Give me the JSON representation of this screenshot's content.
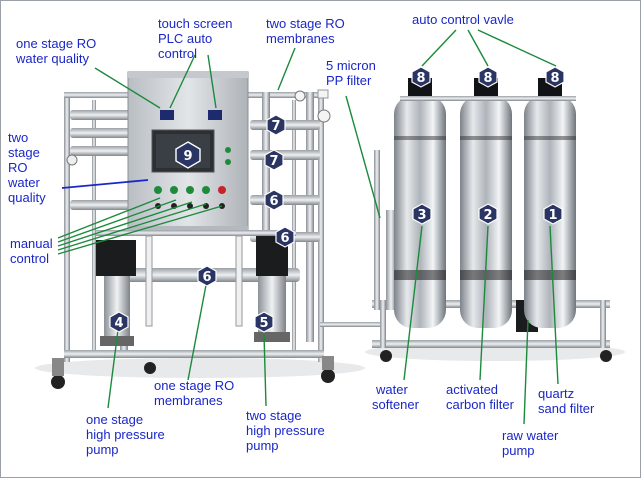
{
  "labels": {
    "touch_screen": [
      "touch screen",
      "PLC auto",
      "control"
    ],
    "ro_membranes_2": [
      "two stage RO",
      "membranes"
    ],
    "auto_valve": "auto control vavle",
    "ro_quality_1": [
      "one stage RO",
      "water quality"
    ],
    "pp_filter": [
      "5 micron",
      "PP filter"
    ],
    "ro_quality_2": [
      "two",
      "stage",
      "RO",
      "water",
      "quality"
    ],
    "manual_control": [
      "manual",
      "control"
    ],
    "ro_membranes_1": [
      "one stage RO",
      "membranes"
    ],
    "pump_1": [
      "one stage",
      "high pressure",
      "pump"
    ],
    "pump_2": [
      "two stage",
      "high pressure",
      "pump"
    ],
    "softener": [
      "water",
      "softener"
    ],
    "carbon": [
      "activated",
      "carbon filter"
    ],
    "sand": [
      "quartz",
      "sand filter"
    ],
    "raw_pump": [
      "raw water",
      "pump"
    ]
  },
  "badges": {
    "n1": "1",
    "n2": "2",
    "n3": "3",
    "n4": "4",
    "n5": "5",
    "n6": "6",
    "n7": "7",
    "n8": "8",
    "n9": "9"
  },
  "colors": {
    "label": "#1a27c8",
    "badge_fill": "#2a3563",
    "steel": "#c9ced4",
    "cabinet": "#d4d8dc"
  }
}
